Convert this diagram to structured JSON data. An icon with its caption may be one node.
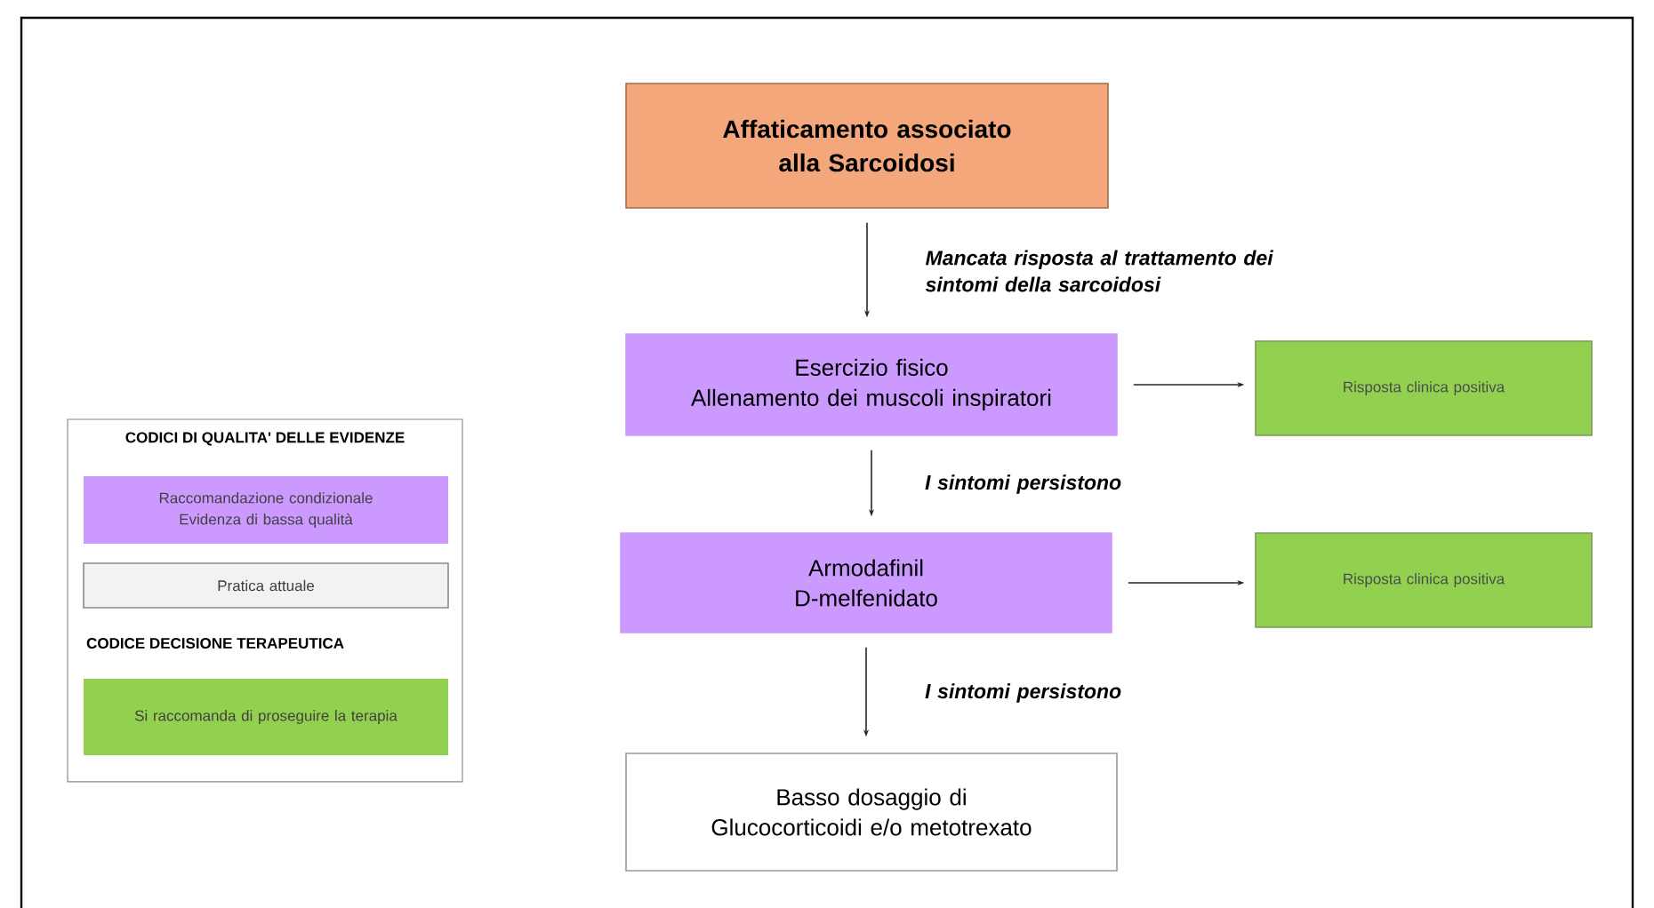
{
  "diagram": {
    "nodes": [
      {
        "text": [
          "Affaticamento associato alla Sarcoidosi"
        ]
      },
      {
        "text": [
          "Esercizio fisico",
          "Allenamento dei muscoli inspiratori"
        ]
      },
      {
        "text": [
          "Risposta clinica positiva"
        ]
      },
      {
        "text": [
          "Armodafinil",
          "D-melfenidato"
        ]
      },
      {
        "text": [
          "Risposta clinica positiva"
        ]
      },
      {
        "text": [
          "Basso dosaggio di Glucocorticoidi e/o metotrexato"
        ]
      }
    ],
    "edges": [
      {
        "from": 0,
        "to": 1,
        "arrow": "to",
        "label": "Mancata risposta al trattamento dei sintomi della sarcoidosi"
      },
      {
        "from": 1,
        "to": 2,
        "arrow": "to"
      },
      {
        "from": 1,
        "to": 3,
        "arrow": "to",
        "label": "I sintomi persistono"
      },
      {
        "from": 3,
        "to": 4,
        "arrow": "to"
      },
      {
        "from": 3,
        "to": 5,
        "arrow": "to",
        "label": "I sintomi persistono"
      }
    ],
    "labels": [
      "CODICI DI QUALITA' DELLE EVIDENZE",
      "CODICE DECISIONE TERAPEUTICA"
    ],
    "legend": [
      {
        "text": "Raccomandazione condizionale Evidenza di bassa qualità",
        "color": "#cc99ff"
      },
      {
        "text": "Pratica attuale",
        "color": "#f2f2f2"
      },
      {
        "text": "Si raccomanda di proseguire la terapia",
        "color": "#92d050"
      }
    ]
  }
}
